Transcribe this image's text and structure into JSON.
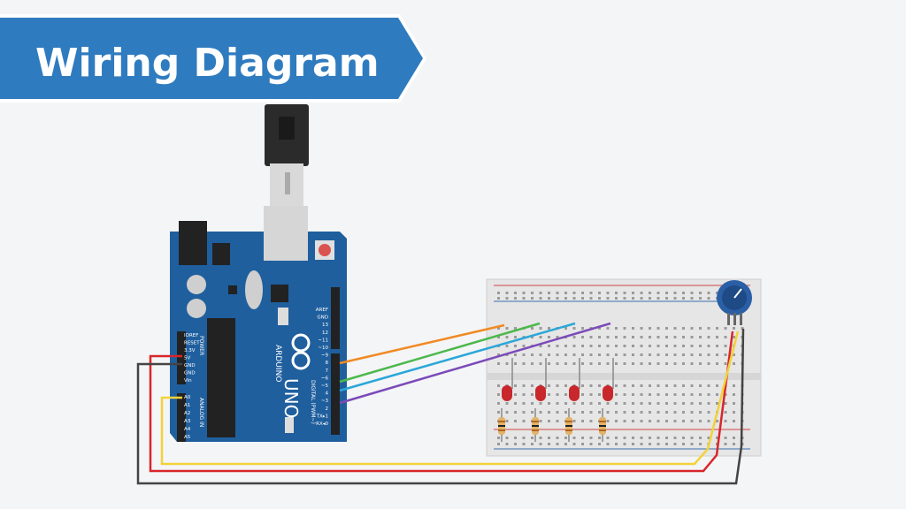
{
  "banner": {
    "title": "Wiring Diagram",
    "color": "#2f7bbf"
  },
  "arduino": {
    "brand": "ARDUINO",
    "model": "UNO",
    "power_header_label": "POWER",
    "analog_header_label": "ANALOG IN",
    "digital_header_label": "DIGITAL (PWM~)",
    "power_pins": [
      "IOREF",
      "RESET",
      "3.3V",
      "5V",
      "GND",
      "GND",
      "Vin"
    ],
    "analog_pins": [
      "A0",
      "A1",
      "A2",
      "A3",
      "A4",
      "A5"
    ],
    "digital_pins": [
      "AREF",
      "GND",
      "13",
      "12",
      "~11",
      "~10",
      "~9",
      "8",
      "7",
      "~6",
      "~5",
      "4",
      "~3",
      "2",
      "TX▸1",
      "RX◂0"
    ],
    "board_color": "#1f5f9e"
  },
  "components": {
    "leds": [
      "red",
      "red",
      "red",
      "red"
    ],
    "resistors": 4,
    "potentiometer": "blue"
  },
  "wires": [
    {
      "name": "pin-9-wire",
      "color": "#f08a24"
    },
    {
      "name": "pin-6-wire",
      "color": "#4cb84c"
    },
    {
      "name": "pin-5-wire",
      "color": "#2aa7d8"
    },
    {
      "name": "pin-3-wire",
      "color": "#7b4bb8"
    },
    {
      "name": "5v-wire",
      "color": "#d8262a"
    },
    {
      "name": "a0-wire",
      "color": "#f2d23a"
    },
    {
      "name": "gnd-wire",
      "color": "#444444"
    }
  ]
}
